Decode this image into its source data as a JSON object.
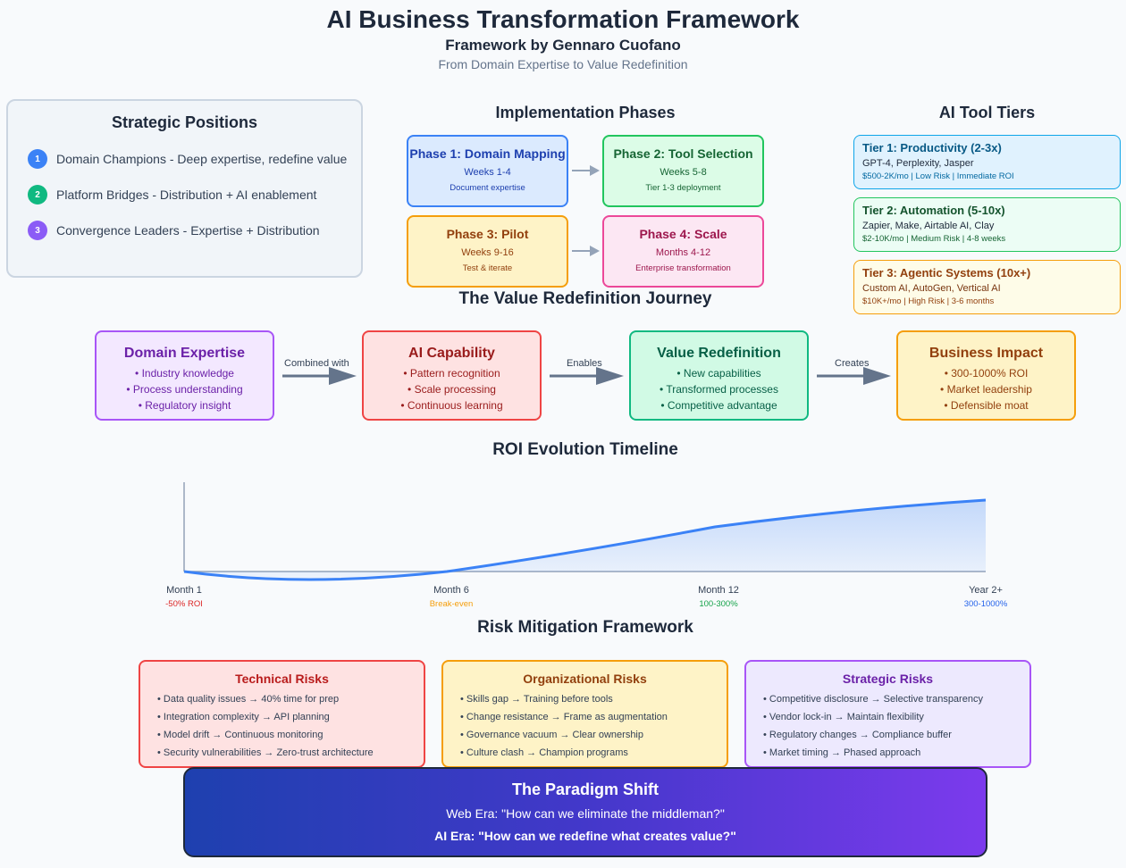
{
  "header": {
    "title": "AI Business Transformation Framework",
    "subtitle": "Framework by Gennaro Cuofano",
    "tagline": "From Domain Expertise to Value Redefinition"
  },
  "strategic": {
    "title": "Strategic Positions",
    "items": [
      {
        "num": "1",
        "label": "Domain Champions - Deep expertise, redefine value",
        "color": "#3b82f6"
      },
      {
        "num": "2",
        "label": "Platform Bridges - Distribution + AI enablement",
        "color": "#10b981"
      },
      {
        "num": "3",
        "label": "Convergence Leaders - Expertise + Distribution",
        "color": "#8b5cf6"
      }
    ]
  },
  "phases": {
    "title": "Implementation Phases",
    "items": [
      {
        "title": "Phase 1: Domain Mapping",
        "weeks": "Weeks 1-4",
        "desc": "Document expertise"
      },
      {
        "title": "Phase 2: Tool Selection",
        "weeks": "Weeks 5-8",
        "desc": "Tier 1-3 deployment"
      },
      {
        "title": "Phase 3: Pilot",
        "weeks": "Weeks 9-16",
        "desc": "Test & iterate"
      },
      {
        "title": "Phase 4: Scale",
        "weeks": "Months 4-12",
        "desc": "Enterprise transformation"
      }
    ]
  },
  "tiers": {
    "title": "AI Tool Tiers",
    "items": [
      {
        "title": "Tier 1: Productivity (2-3x)",
        "tools": "GPT-4, Perplexity, Jasper",
        "meta": "$500-2K/mo | Low Risk | Immediate ROI"
      },
      {
        "title": "Tier 2: Automation (5-10x)",
        "tools": "Zapier, Make, Airtable AI, Clay",
        "meta": "$2-10K/mo | Medium Risk | 4-8 weeks"
      },
      {
        "title": "Tier 3: Agentic Systems (10x+)",
        "tools": "Custom AI, AutoGen, Vertical AI",
        "meta": "$10K+/mo | High Risk | 3-6 months"
      }
    ]
  },
  "journey": {
    "title": "The Value Redefinition Journey",
    "connectors": [
      "Combined with",
      "Enables",
      "Creates"
    ],
    "boxes": [
      {
        "title": "Domain Expertise",
        "lines": [
          "• Industry knowledge",
          "• Process understanding",
          "• Regulatory insight"
        ]
      },
      {
        "title": "AI Capability",
        "lines": [
          "• Pattern recognition",
          "• Scale processing",
          "• Continuous learning"
        ]
      },
      {
        "title": "Value Redefinition",
        "lines": [
          "• New capabilities",
          "• Transformed processes",
          "• Competitive advantage"
        ]
      },
      {
        "title": "Business Impact",
        "lines": [
          "• 300-1000% ROI",
          "• Market leadership",
          "• Defensible moat"
        ]
      }
    ]
  },
  "roi": {
    "title": "ROI Evolution Timeline",
    "milestones": [
      {
        "label": "Month 1",
        "sub": "-50% ROI",
        "color": "#dc2626"
      },
      {
        "label": "Month 6",
        "sub": "Break-even",
        "color": "#f59e0b"
      },
      {
        "label": "Month 12",
        "sub": "100-300%",
        "color": "#16a34a"
      },
      {
        "label": "Year 2+",
        "sub": "300-1000%",
        "color": "#2563eb"
      }
    ]
  },
  "risks": {
    "title": "Risk Mitigation Framework",
    "groups": [
      {
        "title": "Technical Risks",
        "items": [
          "• Data quality issues → 40% time for prep",
          "• Integration complexity → API planning",
          "• Model drift → Continuous monitoring",
          "• Security vulnerabilities → Zero-trust architecture"
        ]
      },
      {
        "title": "Organizational Risks",
        "items": [
          "• Skills gap → Training before tools",
          "• Change resistance → Frame as augmentation",
          "• Governance vacuum → Clear ownership",
          "• Culture clash → Champion programs"
        ]
      },
      {
        "title": "Strategic Risks",
        "items": [
          "• Competitive disclosure → Selective transparency",
          "• Vendor lock-in → Maintain flexibility",
          "• Regulatory changes → Compliance buffer",
          "• Market timing → Phased approach"
        ]
      }
    ]
  },
  "paradigm": {
    "title": "The Paradigm Shift",
    "web": "Web Era: \"How can we eliminate the middleman?\"",
    "ai": "AI Era: \"How can we redefine what creates value?\""
  }
}
